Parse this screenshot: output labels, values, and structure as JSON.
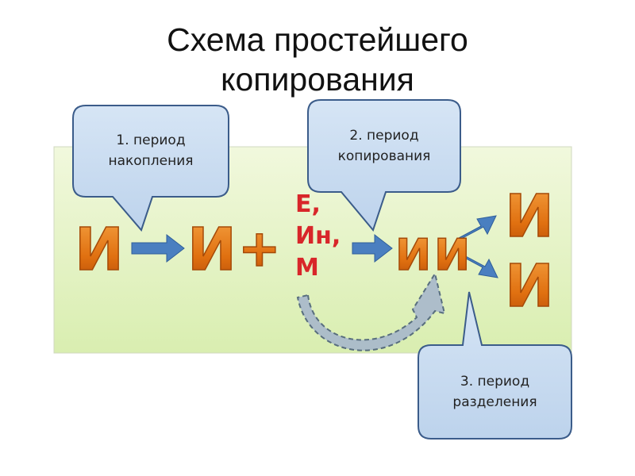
{
  "title": {
    "line1": "Схема простейшего",
    "line2": "копирования"
  },
  "callouts": [
    {
      "line1": "1. период",
      "line2": "накопления"
    },
    {
      "line1": "2. период",
      "line2": "копирования"
    },
    {
      "line1": "3. период",
      "line2": "разделения"
    }
  ],
  "symbols": {
    "info": "И",
    "plus": "+",
    "double": "И"
  },
  "resources": {
    "line1": "Е,",
    "line2": "Ин,",
    "line3": "М"
  },
  "colors": {
    "accent_orange": "#e07818",
    "resource_red": "#d8262a",
    "arrow_blue": "#4a7fc0",
    "bubble_fill": "#c9dcf1",
    "panel_green": "#e3f2c2"
  }
}
